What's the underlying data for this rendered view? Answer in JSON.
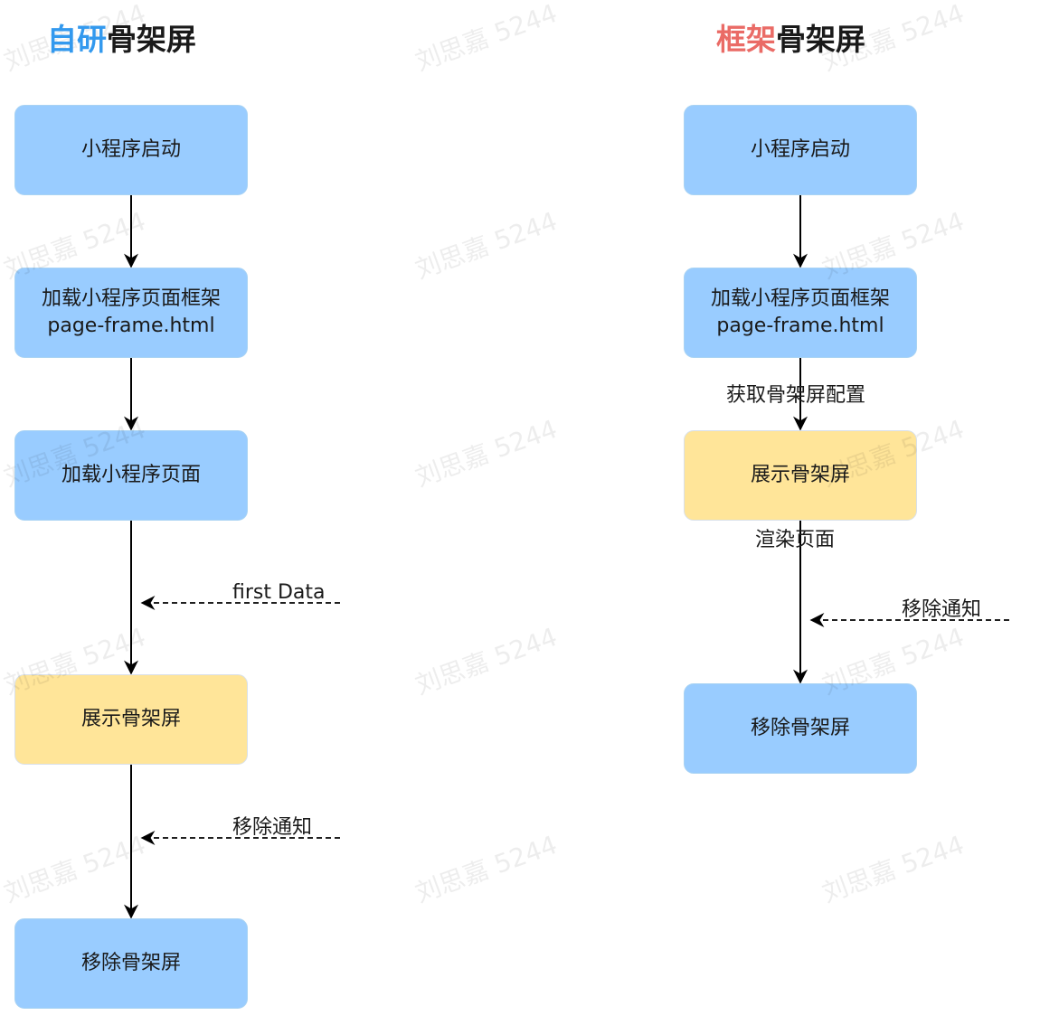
{
  "watermark_text": "刘思嘉 5244",
  "left": {
    "title": {
      "accent": "自研",
      "accent_color": "#3399ee",
      "rest": "骨架屏"
    },
    "nodes": [
      {
        "text": "小程序启动",
        "style": "blue"
      },
      {
        "text": "加载小程序页面框架",
        "subtext": "page-frame.html",
        "style": "blue"
      },
      {
        "text": "加载小程序页面",
        "style": "blue"
      },
      {
        "text": "展示骨架屏",
        "style": "yellow"
      },
      {
        "text": "移除骨架屏",
        "style": "blue"
      }
    ],
    "signals": [
      {
        "text": "first Data"
      },
      {
        "text": "移除通知"
      }
    ]
  },
  "right": {
    "title": {
      "accent": "框架",
      "accent_color": "#ea6b66",
      "rest": "骨架屏"
    },
    "nodes": [
      {
        "text": "小程序启动",
        "style": "blue"
      },
      {
        "text": "加载小程序页面框架",
        "subtext": "page-frame.html",
        "style": "blue"
      },
      {
        "text": "展示骨架屏",
        "style": "yellow"
      },
      {
        "text": "移除骨架屏",
        "style": "blue"
      }
    ],
    "edge_labels": [
      {
        "text": "获取骨架屏配置"
      },
      {
        "text": "渲染页面"
      }
    ],
    "signals": [
      {
        "text": "移除通知"
      }
    ]
  },
  "colors": {
    "node_blue": "#99ccff",
    "node_yellow": "#ffe599",
    "line": "#000000"
  }
}
